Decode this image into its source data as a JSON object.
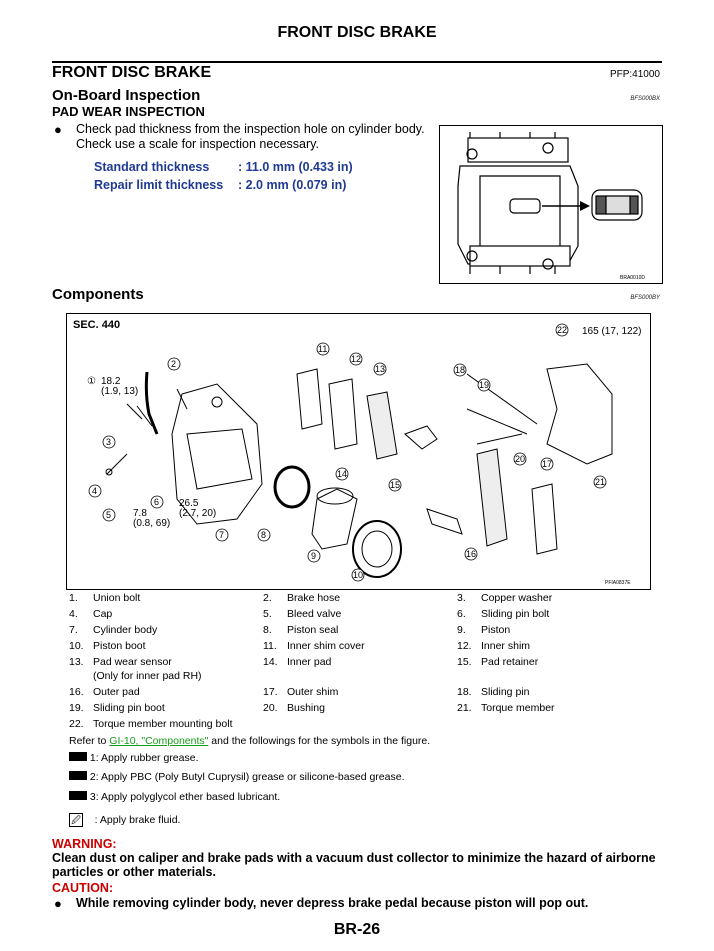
{
  "header": {
    "title": "FRONT DISC BRAKE"
  },
  "section": {
    "title": "FRONT DISC BRAKE",
    "pfp": "PFP:41000"
  },
  "onboard": {
    "title": "On-Board Inspection",
    "code": "BFS000BX",
    "subtitle": "PAD WEAR INSPECTION",
    "bullet_line1": "Check pad thickness from the inspection hole on cylinder body.",
    "bullet_line2": "Check use a scale for inspection necessary.",
    "std_label": "Standard thickness",
    "std_value": ": 11.0 mm (0.433 in)",
    "repair_label": "Repair limit thickness",
    "repair_value": ": 2.0 mm (0.079 in)",
    "fig_code": "BRA0010D"
  },
  "components": {
    "title": "Components",
    "code": "BFS000BY",
    "sec": "SEC. 440",
    "fig_code": "PFIA0837E",
    "torque1a": "18.2",
    "torque1b": "(1.9, 13)",
    "torque2a": "26.5",
    "torque2b": "(2.7, 20)",
    "torque3a": "7.8",
    "torque3b": "(0.8, 69)",
    "torque4": "165 (17, 122)"
  },
  "legend": [
    {
      "num": "1.",
      "label": "Union bolt"
    },
    {
      "num": "2.",
      "label": "Brake hose"
    },
    {
      "num": "3.",
      "label": "Copper washer"
    },
    {
      "num": "4.",
      "label": "Cap"
    },
    {
      "num": "5.",
      "label": "Bleed valve"
    },
    {
      "num": "6.",
      "label": "Sliding pin bolt"
    },
    {
      "num": "7.",
      "label": "Cylinder body"
    },
    {
      "num": "8.",
      "label": "Piston seal"
    },
    {
      "num": "9.",
      "label": "Piston"
    },
    {
      "num": "10.",
      "label": "Piston boot"
    },
    {
      "num": "11.",
      "label": "Inner shim cover"
    },
    {
      "num": "12.",
      "label": "Inner shim"
    },
    {
      "num": "13.",
      "label": "Pad wear sensor"
    },
    {
      "num": "14.",
      "label": "Inner pad"
    },
    {
      "num": "15.",
      "label": "Pad retainer"
    },
    {
      "num": "16.",
      "label": "Outer pad"
    },
    {
      "num": "17.",
      "label": "Outer shim"
    },
    {
      "num": "18.",
      "label": "Sliding pin"
    },
    {
      "num": "19.",
      "label": "Sliding pin boot"
    },
    {
      "num": "20.",
      "label": "Bushing"
    },
    {
      "num": "21.",
      "label": "Torque member"
    },
    {
      "num": "22.",
      "label": "Torque member mounting bolt"
    }
  ],
  "legend_note13": "(Only for inner pad RH)",
  "refer": {
    "pre": "Refer to",
    "link": "GI-10, \"Components\"",
    "post": "and the followings for the symbols in the figure."
  },
  "symbols": [
    "1: Apply rubber grease.",
    "2: Apply PBC (Poly Butyl Cuprysil) grease or silicone-based grease.",
    "3: Apply polyglycol ether based lubricant.",
    ": Apply brake fluid."
  ],
  "warning": {
    "label": "WARNING:",
    "text1": "Clean dust on caliper and brake pads with a vacuum dust collector to minimize the hazard of airborne",
    "text2": "particles or other materials."
  },
  "caution": {
    "label": "CAUTION:",
    "text": "While removing cylinder body, never depress brake pedal because piston will pop out."
  },
  "footer": {
    "page": "BR-26"
  }
}
